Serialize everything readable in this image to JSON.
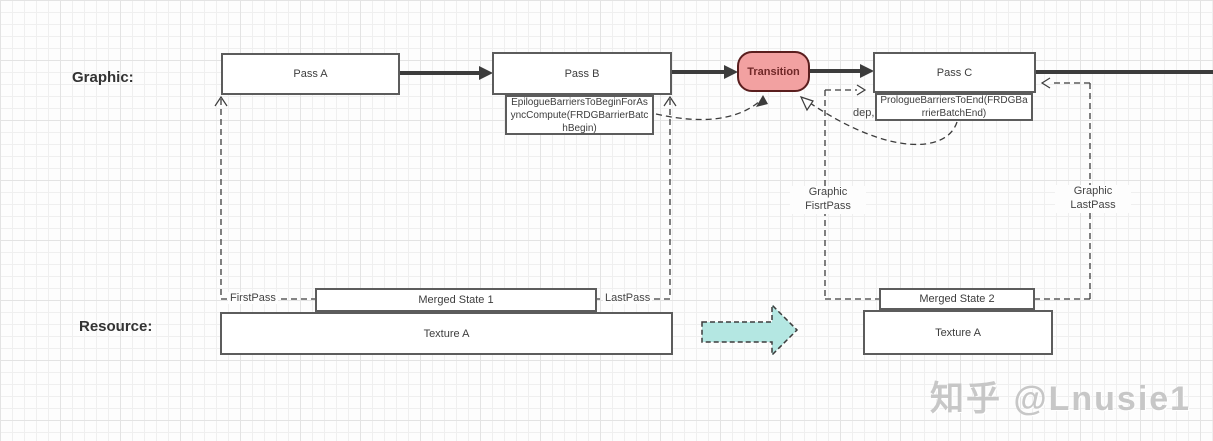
{
  "section_labels": {
    "graphic": "Graphic:",
    "resource": "Resource:"
  },
  "nodes": {
    "pass_a": {
      "label": "Pass A"
    },
    "pass_b": {
      "label": "Pass B"
    },
    "transition": {
      "label": "Transition"
    },
    "pass_c": {
      "label": "Pass C"
    },
    "epilogue_note": {
      "label": "EpilogueBarriersToBeginForAsyncCompute(FRDGBarrierBatchBegin)"
    },
    "prologue_note": {
      "label": "PrologueBarriersToEnd(FRDGBarrierBatchEnd)"
    },
    "merged_state_1": {
      "label": "Merged State 1"
    },
    "merged_state_2": {
      "label": "Merged State 2"
    },
    "texture_a_left": {
      "label": "Texture A"
    },
    "texture_a_right": {
      "label": "Texture A"
    }
  },
  "edge_labels": {
    "first_pass": "FirstPass",
    "last_pass": "LastPass",
    "graphic_first_pass": "Graphic\nFisrtPass",
    "graphic_last_pass": "Graphic\nLastPass",
    "dep": "dep,"
  },
  "watermark": "知乎 @Lnusie1",
  "colors": {
    "transition_fill": "#f2a1a1",
    "transition_border": "#5a1e1e",
    "transition_text": "#702828",
    "cyan_fill": "#b4e7e2",
    "line": "#3c3c3c",
    "box_border": "#5c5c5c",
    "text": "#3d3d3d",
    "watermark_color": "#c7c7c7"
  }
}
